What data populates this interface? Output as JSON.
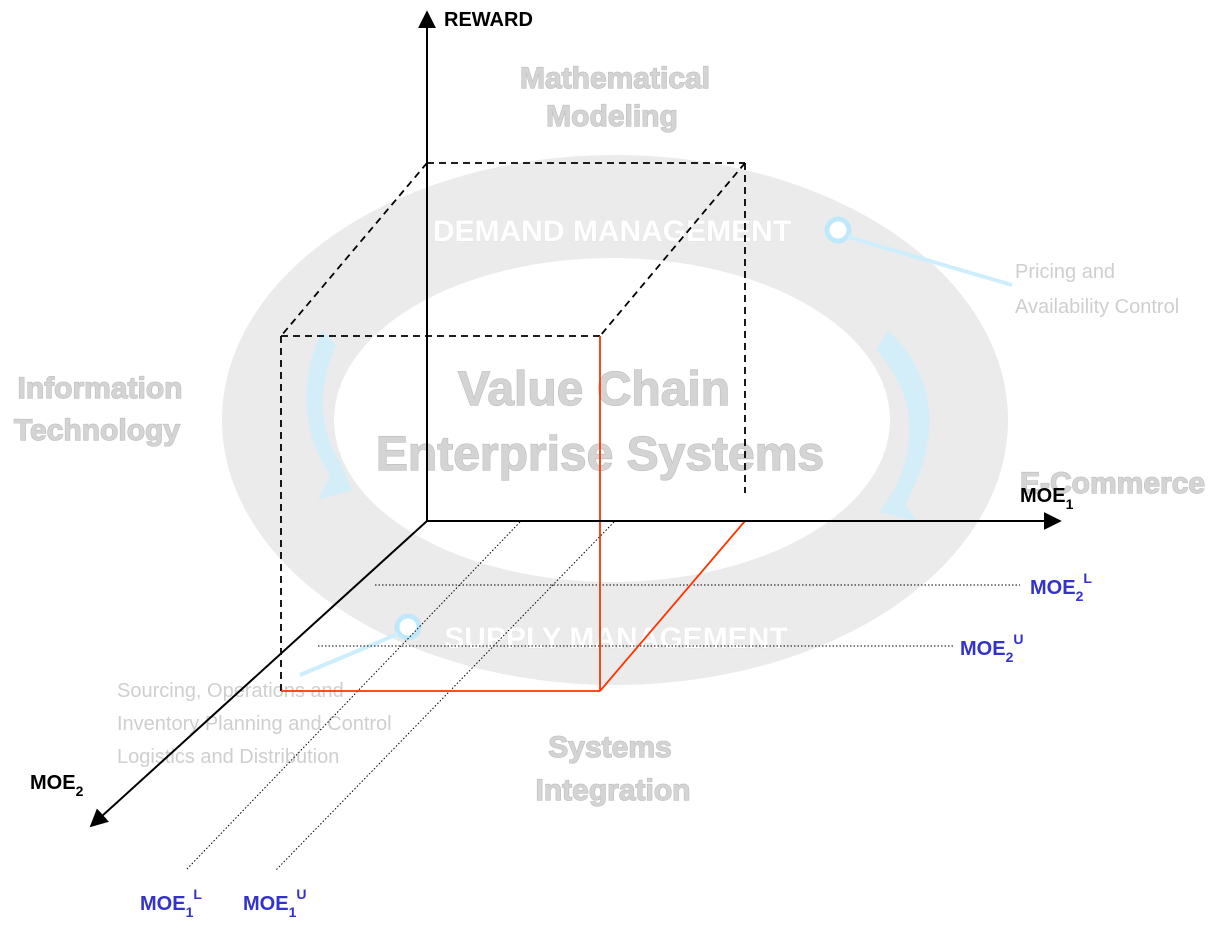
{
  "background": {
    "top": "Mathematical Modeling",
    "top_line1": "Mathematical",
    "top_line2": "Modeling",
    "demand": "DEMAND MANAGEMENT",
    "pricing_line1": "Pricing and",
    "pricing_line2": "Availability Control",
    "left_line1": "Information",
    "left_line2": "Technology",
    "center_line1": "Value Chain",
    "center_line2": "Enterprise Systems",
    "right": "E-Commerce",
    "supply": "SUPPLY MANAGEMENT",
    "sourcing_line1": "Sourcing, Operations and",
    "sourcing_line2": "Inventory Planning and Control",
    "sourcing_line3": "Logistics and Distribution",
    "bottom_line1": "Systems",
    "bottom_line2": "Integration"
  },
  "axes": {
    "reward": "REWARD",
    "moe1": {
      "base": "MOE",
      "sub": "1"
    },
    "moe2": {
      "base": "MOE",
      "sub": "2"
    }
  },
  "bounds": {
    "moe2_lower": {
      "base": "MOE",
      "sub": "2",
      "sup": "L"
    },
    "moe2_upper": {
      "base": "MOE",
      "sub": "2",
      "sup": "U"
    },
    "moe1_lower": {
      "base": "MOE",
      "sub": "1",
      "sup": "L"
    },
    "moe1_upper": {
      "base": "MOE",
      "sub": "1",
      "sup": "U"
    }
  },
  "colors": {
    "axis": "#000000",
    "region_edge": "#ff3300",
    "bound_label": "#3333cc",
    "watermark": "#d4d4d4",
    "watermark_accent": "#cceeff"
  }
}
